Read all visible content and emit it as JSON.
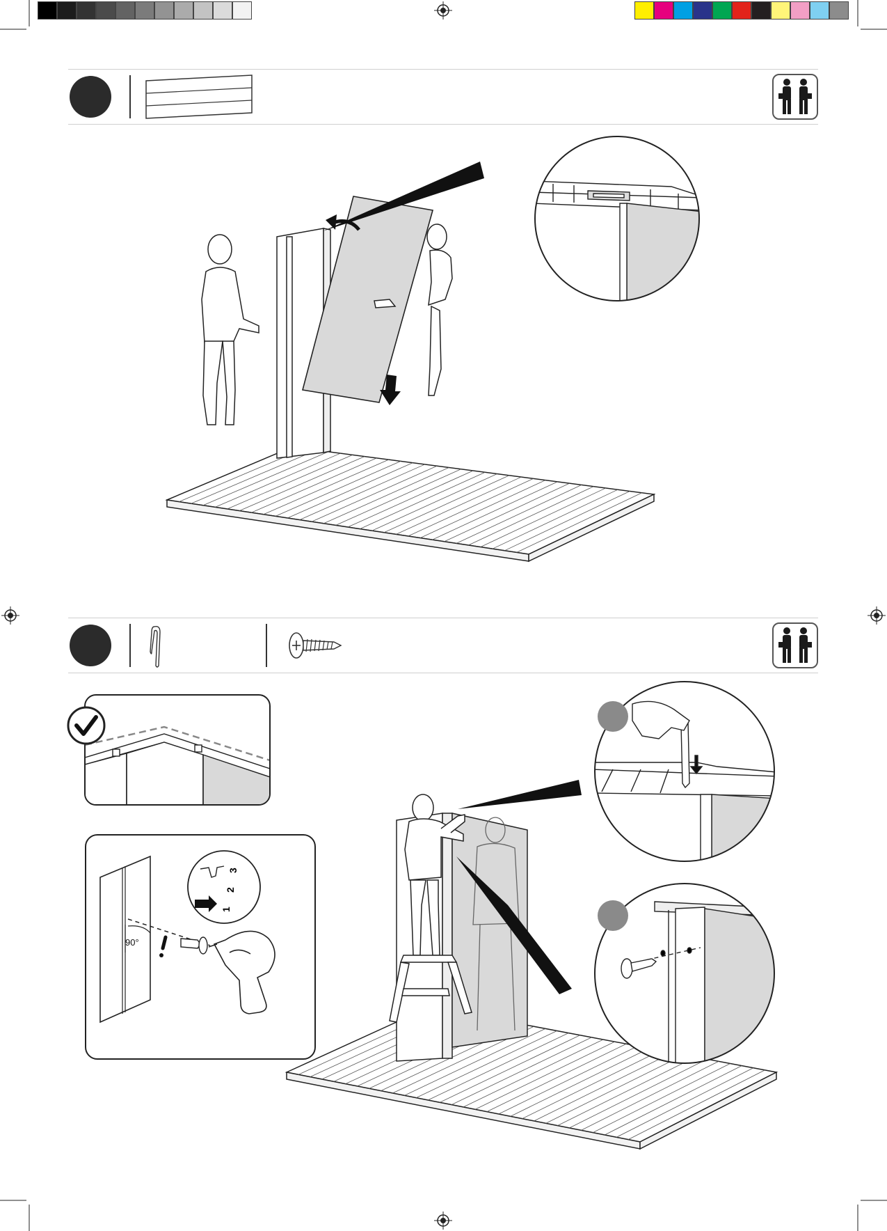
{
  "color_bar": {
    "grays": [
      "#000000",
      "#1c1c1c",
      "#333333",
      "#4b4b4b",
      "#636363",
      "#7b7b7b",
      "#939393",
      "#ababab",
      "#c3c3c3",
      "#dbdbdb",
      "#f3f3f3"
    ],
    "process_colors": [
      "#ffef00",
      "#e6007e",
      "#00a0e3",
      "#29338a",
      "#00a652",
      "#e2231a",
      "#231f20",
      "#fff579",
      "#f29fc5",
      "#7fd0f1",
      "#8c8c8c"
    ]
  },
  "step1": {
    "icons": [
      "step-number-dot",
      "wall-panel-part-icon",
      "two-people-icon"
    ]
  },
  "step2": {
    "icons": [
      "step-number-dot",
      "clip-part-icon",
      "screw-part-icon",
      "two-people-icon"
    ],
    "detail": {
      "angle_label": "90°",
      "depth_scale": [
        "1",
        "2",
        "3"
      ]
    }
  },
  "accent": "#cfcfcf",
  "panel_fill": "#d9d9d9"
}
